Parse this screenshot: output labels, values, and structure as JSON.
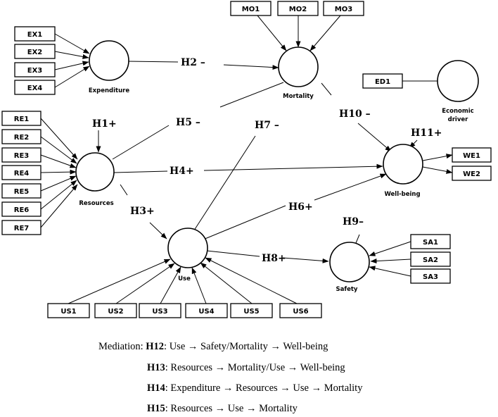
{
  "indicators": {
    "ex": [
      "EX1",
      "EX2",
      "EX3",
      "EX4"
    ],
    "mo": [
      "MO1",
      "MO2",
      "MO3"
    ],
    "re": [
      "RE1",
      "RE2",
      "RE3",
      "RE4",
      "RE5",
      "RE6",
      "RE7"
    ],
    "ed": [
      "ED1"
    ],
    "we": [
      "WE1",
      "WE2"
    ],
    "sa": [
      "SA1",
      "SA2",
      "SA3"
    ],
    "us": [
      "US1",
      "US2",
      "US3",
      "US4",
      "US5",
      "US6"
    ]
  },
  "constructs": {
    "expenditure": "Expenditure",
    "mortality": "Mortality",
    "economic_driver_line1": "Economic",
    "economic_driver_line2": "driver",
    "resources": "Resources",
    "use": "Use",
    "well_being": "Well-being",
    "safety": "Safety"
  },
  "hypotheses": {
    "h1": "H1+",
    "h2": "H2 –",
    "h3": "H3+",
    "h4": "H4+",
    "h5": "H5 –",
    "h6": "H6+",
    "h7": "H7 –",
    "h8": "H8+",
    "h9": "H9–",
    "h10": "H10 –",
    "h11": "H11+"
  },
  "mediation": {
    "prefix": "Mediation: ",
    "h12_label": "H12",
    "h12_text": ": Use → Safety/Mortality → Well-being",
    "h13_label": "H13",
    "h13_text": ": Resources → Mortality/Use → Well-being",
    "h14_label": "H14",
    "h14_text": ": Expenditure → Resources → Use  → Mortality",
    "h15_label": "H15",
    "h15_text": ": Resources → Use → Mortality"
  }
}
